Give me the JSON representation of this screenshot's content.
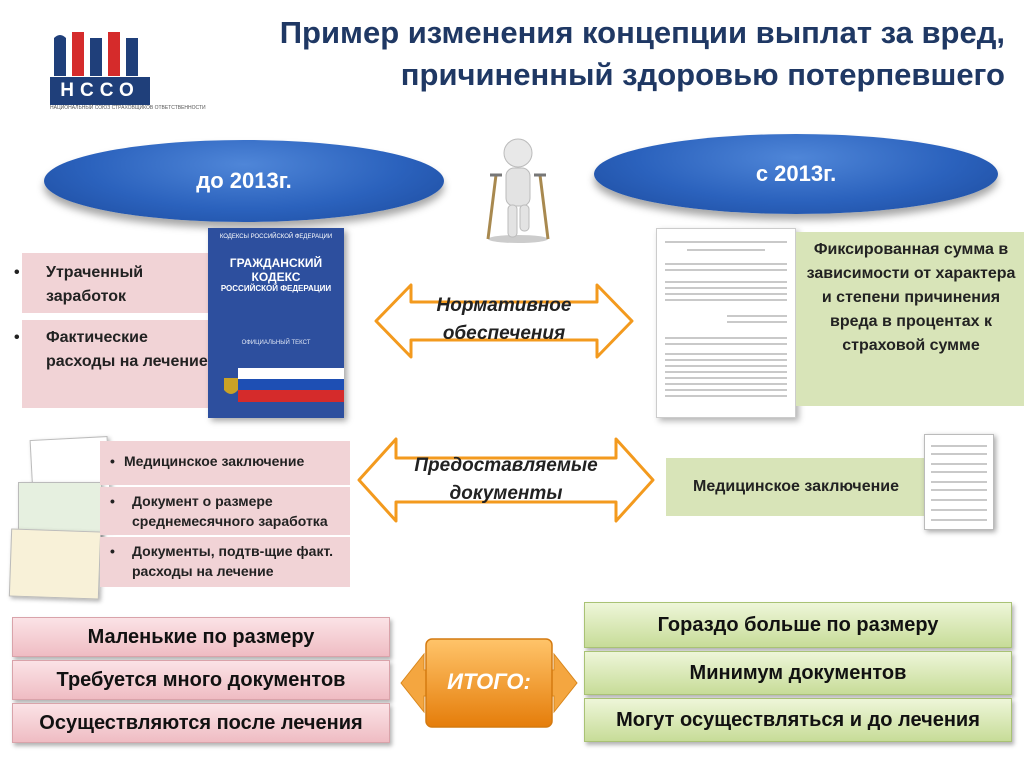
{
  "logo": {
    "letters": "НССО",
    "subtitle": "НАЦИОНАЛЬНЫЙ СОЮЗ СТРАХОВЩИКОВ ОТВЕТСТВЕННОСТИ"
  },
  "title": {
    "line1": "Пример изменения концепции выплат за вред,",
    "line2": "причиненный здоровью потерпевшего"
  },
  "before": {
    "oval_label": "до 2013г.",
    "items": [
      "Утраченный заработок",
      "Фактические расходы на лечение"
    ],
    "documents": [
      "Медицинское заключение",
      "Документ о размере среднемесячного заработка",
      "Документы, подтв-щие факт. расходы на лечение"
    ],
    "summary": [
      "Маленькие по размеру",
      "Требуется много документов",
      "Осуществляются после лечения"
    ]
  },
  "after": {
    "oval_label": "с 2013г.",
    "description": "Фиксированная сумма в зависимости от характера и степени причинения вреда в процентах к страховой сумме",
    "document": "Медицинское заключение",
    "summary": [
      "Гораздо больше по размеру",
      "Минимум документов",
      "Могут осуществляться и до лечения"
    ]
  },
  "codex": {
    "header": "КОДЕКСЫ РОССИЙСКОЙ ФЕДЕРАЦИИ",
    "title_lines": [
      "ГРАЖДАНСКИЙ",
      "КОДЕКС",
      "РОССИЙСКОЙ ФЕДЕРАЦИИ"
    ],
    "subtitle": "ОФИЦИАЛЬНЫЙ ТЕКСТ"
  },
  "arrows": {
    "normative": "Нормативное обеспечения",
    "documents": "Предоставляемые документы",
    "total": "ИТОГО:"
  },
  "colors": {
    "title": "#1f3864",
    "oval_blue": "#2b62bd",
    "pink_box": "#f1d3d6",
    "green_box": "#d8e4b8",
    "orange": "#f39a1e",
    "logo_blue": "#1f3f7a",
    "logo_red": "#d52b2b"
  }
}
